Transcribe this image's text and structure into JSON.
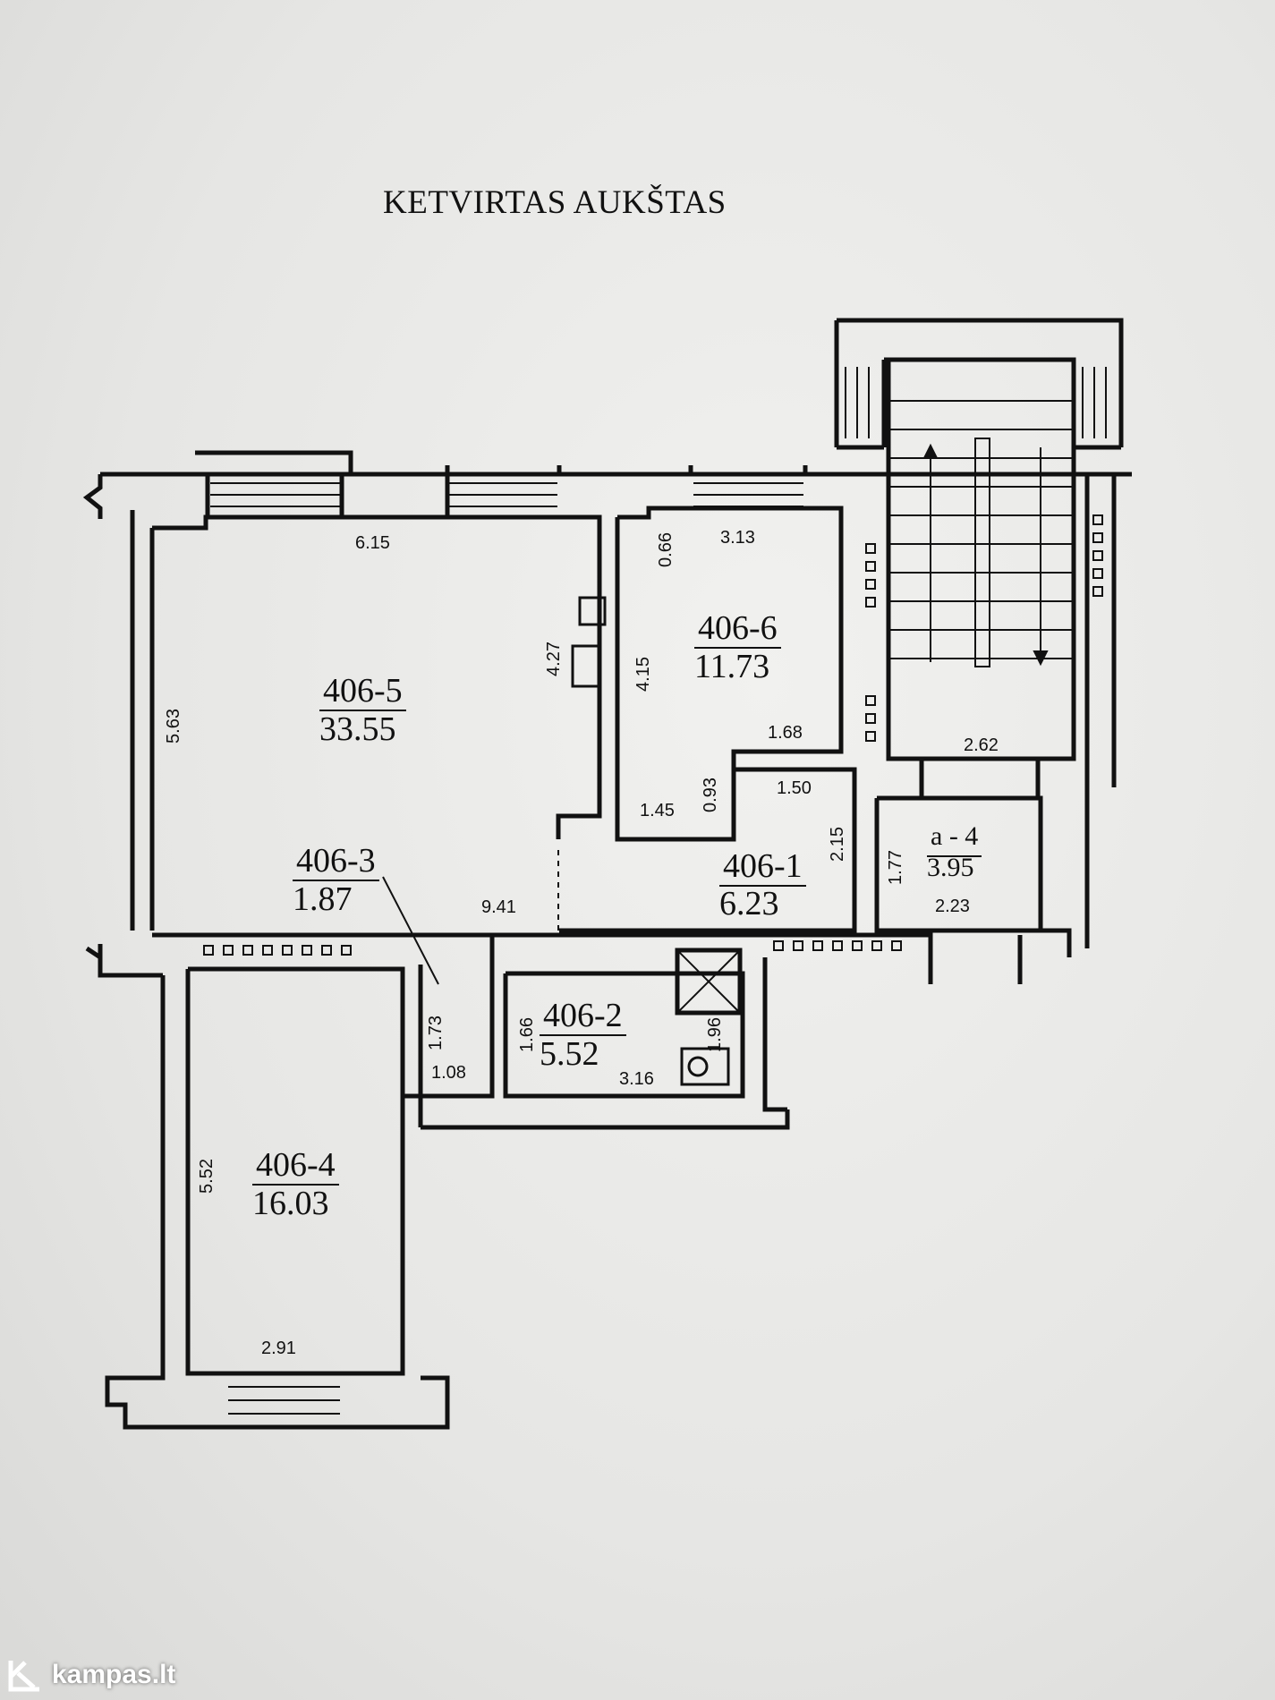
{
  "title": "KETVIRTAS AUKŠTAS",
  "rooms": [
    {
      "id": "406-5",
      "area": "33.55"
    },
    {
      "id": "406-6",
      "area": "11.73"
    },
    {
      "id": "406-1",
      "area": "6.23"
    },
    {
      "id": "a - 4",
      "area": "3.95"
    },
    {
      "id": "406-3",
      "area": "1.87"
    },
    {
      "id": "406-2",
      "area": "5.52"
    },
    {
      "id": "406-4",
      "area": "16.03"
    }
  ],
  "dimensions": [
    "6.15",
    "5.63",
    "4.27",
    "0.66",
    "3.13",
    "4.15",
    "1.68",
    "0.93",
    "1.45",
    "1.50",
    "2.15",
    "9.41",
    "1.77",
    "2.23",
    "2.62",
    "1.73",
    "1.08",
    "1.66",
    "1.96",
    "3.16",
    "5.52",
    "2.91"
  ],
  "watermark": {
    "text": "kampas.lt",
    "color": "#ffffff"
  },
  "colors": {
    "ink": "#111111",
    "paper": "#ecece9"
  }
}
